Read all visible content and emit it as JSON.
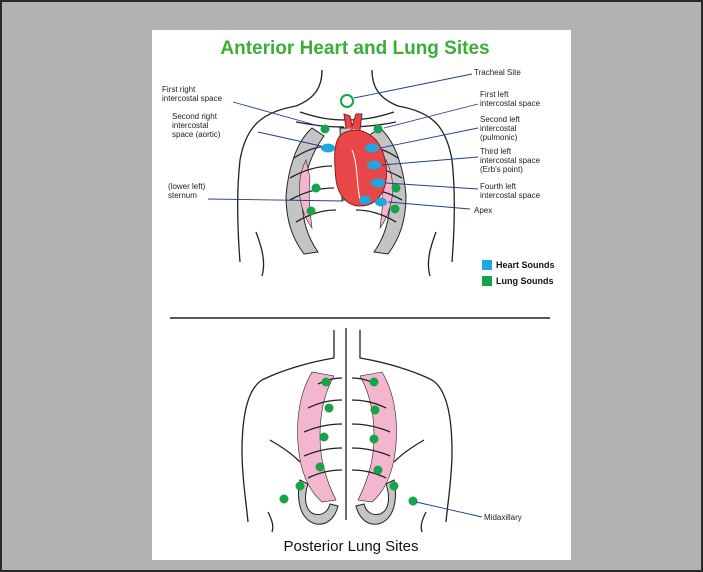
{
  "diagram": {
    "title_anterior": "Anterior Heart and Lung Sites",
    "title_posterior": "Posterior Lung Sites",
    "labels": {
      "first_right": [
        "First right",
        "intercostal space"
      ],
      "second_right": [
        "Second right",
        "intercostal",
        "space (aortic)"
      ],
      "lower_left_sternum": [
        "(lower left)",
        "sternum"
      ],
      "tracheal": [
        "Tracheal Site"
      ],
      "first_left": [
        "First left",
        "intercostal space"
      ],
      "second_left": [
        "Second left",
        "intercostal",
        "(pulmonic)"
      ],
      "third_left": [
        "Third left",
        "intercostal space",
        "(Erb's point)"
      ],
      "fourth_left": [
        "Fourth left",
        "intercostal space"
      ],
      "apex": [
        "Apex"
      ],
      "midaxillary": [
        "Midaxillary"
      ]
    },
    "legend": {
      "heart_sounds": "Heart Sounds",
      "lung_sounds": "Lung Sounds"
    },
    "colors": {
      "heart_sounds": "#1fa8e0",
      "lung_sounds": "#16a34a",
      "tracheal_ring": "#16a34a",
      "heart": "#e8474a",
      "title": "#3aae39",
      "rib": "#c4c4c4",
      "lung_tissue": "#f4b6cf",
      "leader_line": "#1f3f8f",
      "background": "#b2b2b4"
    }
  }
}
